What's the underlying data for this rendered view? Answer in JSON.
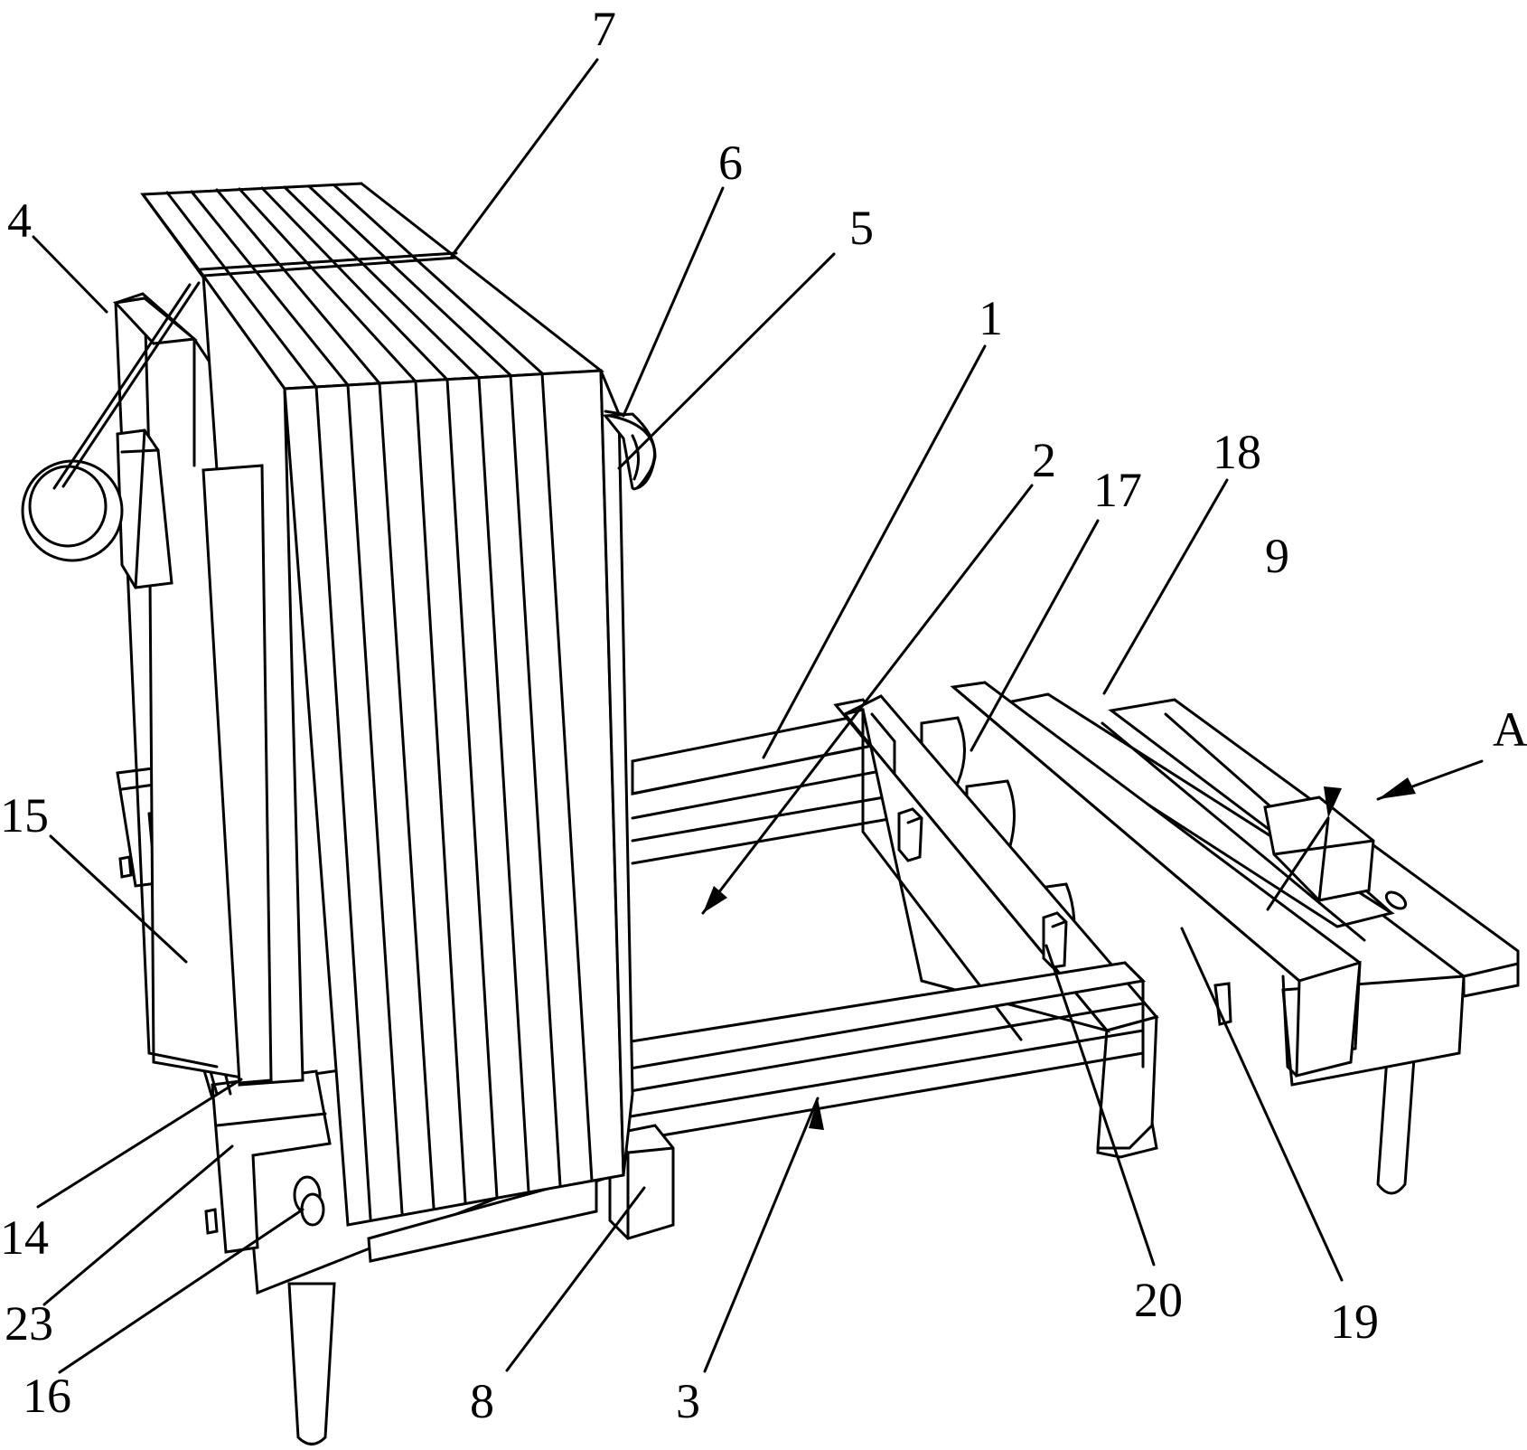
{
  "figure": {
    "type": "patent-perspective-drawing",
    "line_color": "#000000",
    "background_color": "#ffffff"
  },
  "callouts": [
    {
      "id": "c1",
      "label": "1"
    },
    {
      "id": "c2",
      "label": "2"
    },
    {
      "id": "c3",
      "label": "3"
    },
    {
      "id": "c4",
      "label": "4"
    },
    {
      "id": "c5",
      "label": "5"
    },
    {
      "id": "c6",
      "label": "6"
    },
    {
      "id": "c7",
      "label": "7"
    },
    {
      "id": "c8",
      "label": "8"
    },
    {
      "id": "c9",
      "label": "9"
    },
    {
      "id": "c14",
      "label": "14"
    },
    {
      "id": "c15",
      "label": "15"
    },
    {
      "id": "c16",
      "label": "16"
    },
    {
      "id": "c17",
      "label": "17"
    },
    {
      "id": "c18",
      "label": "18"
    },
    {
      "id": "c19",
      "label": "19"
    },
    {
      "id": "c20",
      "label": "20"
    },
    {
      "id": "c23",
      "label": "23"
    },
    {
      "id": "cA",
      "label": "A"
    }
  ]
}
